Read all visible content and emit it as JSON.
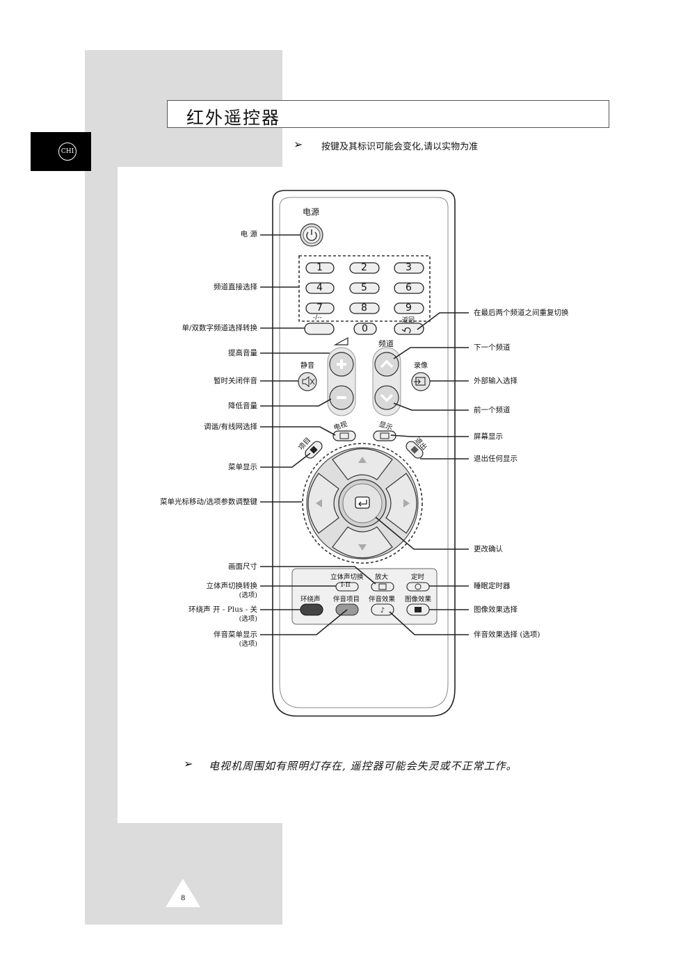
{
  "page": {
    "title": "红外遥控器",
    "lang_badge": "CHI",
    "note_top": "按键及其标识可能会变化,请以实物为准",
    "note_bottom": "电视机周围如有照明灯存在, 遥控器可能会失灵或不正常工作。",
    "page_number": "8"
  },
  "remote_labels": {
    "power": "电源",
    "channel_up_down": "频道",
    "mute": "静音",
    "vcr": "录像",
    "return": "返回",
    "dash": "-/--",
    "tv": "电视",
    "display": "显示",
    "menu": "项目",
    "exit": "退出",
    "stereo": "立体声切换",
    "zoom": "放大",
    "timer": "定时",
    "surround": "环绕声",
    "sound_menu": "伴音项目",
    "sound_effect": "伴音效果",
    "picture_effect": "图像效果",
    "stereo_symbol": "I-II",
    "digits": [
      "1",
      "2",
      "3",
      "4",
      "5",
      "6",
      "7",
      "8",
      "9",
      "0"
    ]
  },
  "callouts_left": {
    "power": "电 源",
    "direct_channel": "频道直接选择",
    "single_double": "单/双数字频道选择转换",
    "vol_up": "提高音量",
    "mute": "暂时关闭伴音",
    "vol_down": "降低音量",
    "tuning": "调谐/有线网选择",
    "menu": "菜单显示",
    "cursor": "菜单光标移动/选项参数调整键",
    "picture_size": "画面尺寸",
    "stereo": "立体声切换转换",
    "stereo_sub": "(选项)",
    "surround": "环绕声 开 - Plus - 关",
    "surround_sub": "(选项)",
    "sound_menu": "伴音菜单显示",
    "sound_menu_sub": "(选项)"
  },
  "callouts_right": {
    "prev_channel": "在最后两个频道之间重复切换",
    "next_channel": "下一个频道",
    "external": "外部输入选择",
    "previous_channel": "前一个频道",
    "screen_display": "屏幕显示",
    "exit": "退出任何显示",
    "confirm": "更改确认",
    "sleep": "睡眠定时器",
    "picture_effect": "图像效果选择",
    "sound_effect": "伴音效果选择 (选项)"
  }
}
